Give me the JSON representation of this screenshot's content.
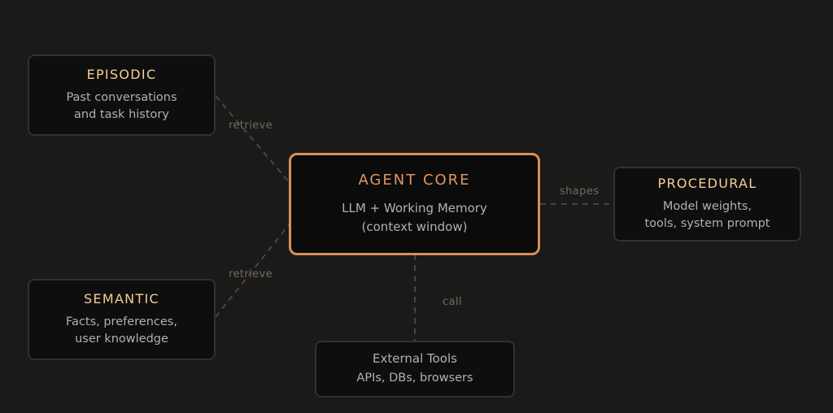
{
  "nodes": {
    "core": {
      "title": "AGENT CORE",
      "line1": "LLM + Working Memory",
      "line2": "(context window)"
    },
    "episodic": {
      "title": "EPISODIC",
      "line1": "Past conversations",
      "line2": "and task history"
    },
    "semantic": {
      "title": "SEMANTIC",
      "line1": "Facts, preferences,",
      "line2": "user knowledge"
    },
    "procedural": {
      "title": "PROCEDURAL",
      "line1": "Model weights,",
      "line2": "tools, system prompt"
    },
    "tools": {
      "title": "External Tools",
      "line1": "APIs, DBs, browsers"
    }
  },
  "edges": {
    "episodic_to_core": "retrieve",
    "semantic_to_core": "retrieve",
    "core_to_procedural": "shapes",
    "core_to_tools": "call"
  },
  "colors": {
    "background": "#1b1a19",
    "core_accent": "#d98f59",
    "memory_title": "#f5cf96",
    "connector": "#4d4a47"
  }
}
